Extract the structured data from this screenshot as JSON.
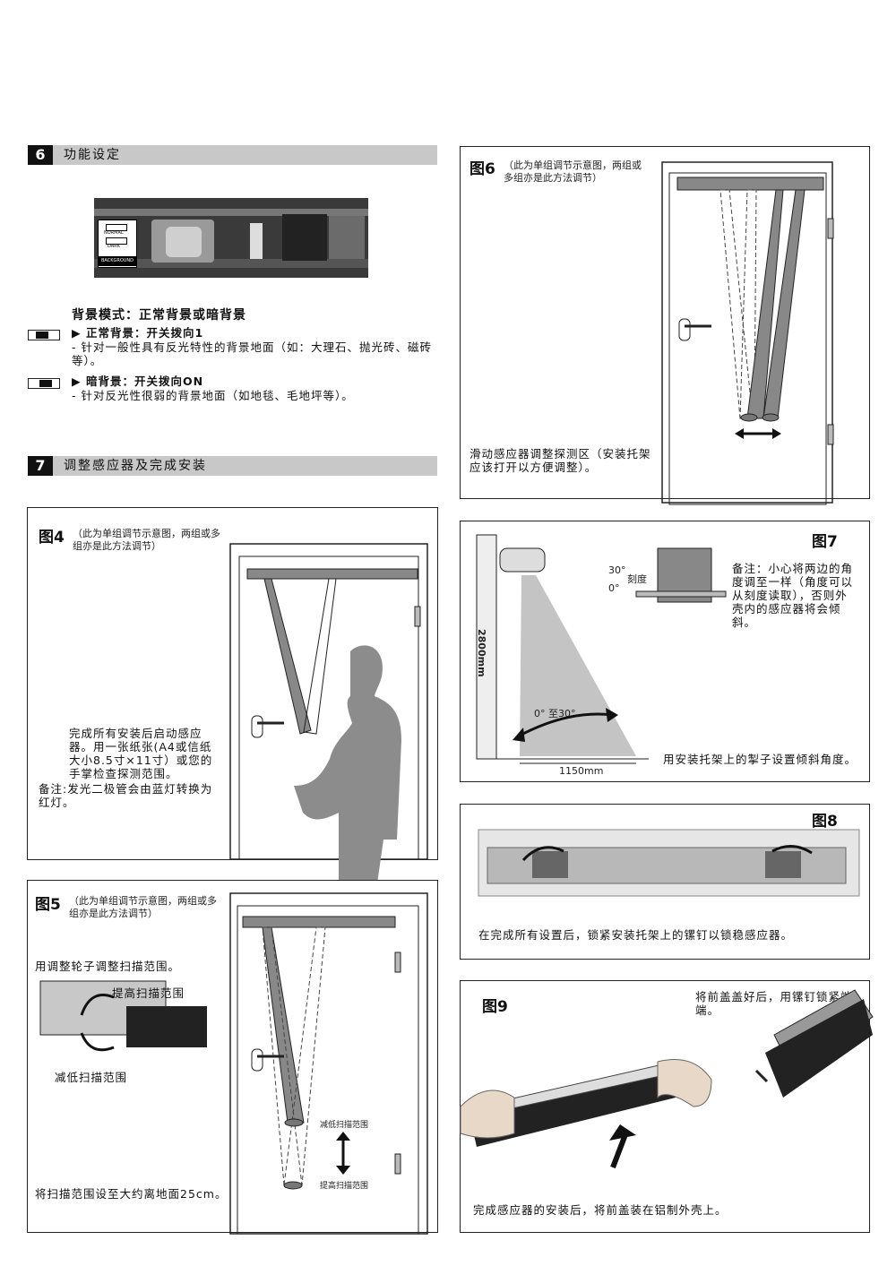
{
  "section6": {
    "num": "6",
    "title": "功能设定",
    "switch_labels": {
      "normal": "NORMAL",
      "dark": "DARK",
      "background": "BACKGROUND"
    },
    "mode_title": "背景模式：正常背景或暗背景",
    "normal_title": "▶ 正常背景：开关拨向1",
    "normal_desc": "- 针对一般性具有反光特性的背景地面（如：大理石、抛光砖、磁砖等）。",
    "dark_title": "▶ 暗背景：开关拨向ON",
    "dark_desc": "- 针对反光性很弱的背景地面（如地毯、毛地坪等）。"
  },
  "section7": {
    "num": "7",
    "title": "调整感应器及完成安装"
  },
  "fig4": {
    "label": "图4",
    "note": "（此为单组调节示意图，两组或多组亦是此方法调节）",
    "desc": "完成所有安装后启动感应器。用一张纸张(A4或信纸大小8.5寸×11寸）或您的手掌检查探测范围。",
    "remark": "备注:发光二极管会由蓝灯转换为红灯。"
  },
  "fig5": {
    "label": "图5",
    "note": "（此为单组调节示意图，两组或多组亦是此方法调节）",
    "intro": "用调整轮子调整扫描范围。",
    "raise": "提高扫描范围",
    "lower": "减低扫描范围",
    "lower_small": "减低扫描范围",
    "raise_small": "提高扫描范围",
    "bottom": "将扫描范围设至大约离地面25cm。"
  },
  "fig6": {
    "label": "图6",
    "note": "（此为单组调节示意图，两组或多组亦是此方法调节）",
    "desc": "滑动感应器调整探测区（安装托架应该打开以方便调整）。"
  },
  "fig7": {
    "label": "图7",
    "height": "2800mm",
    "width": "1150mm",
    "angle30": "30°",
    "angle0": "0°",
    "scale": "刻度",
    "range": "0° 至30°",
    "remark": "备注：小心将两边的角度调至一样（角度可以从刻度读取），否则外壳内的感应器将会倾斜。",
    "desc": "用安装托架上的掣子设置倾斜角度。"
  },
  "fig8": {
    "label": "图8",
    "desc": "在完成所有设置后，锁紧安装托架上的镙钉以锁稳感应器。"
  },
  "fig9": {
    "label": "图9",
    "top": "将前盖盖好后，用镙钉锁紧端端。",
    "desc": "完成感应器的安装后，将前盖装在铝制外壳上。"
  }
}
